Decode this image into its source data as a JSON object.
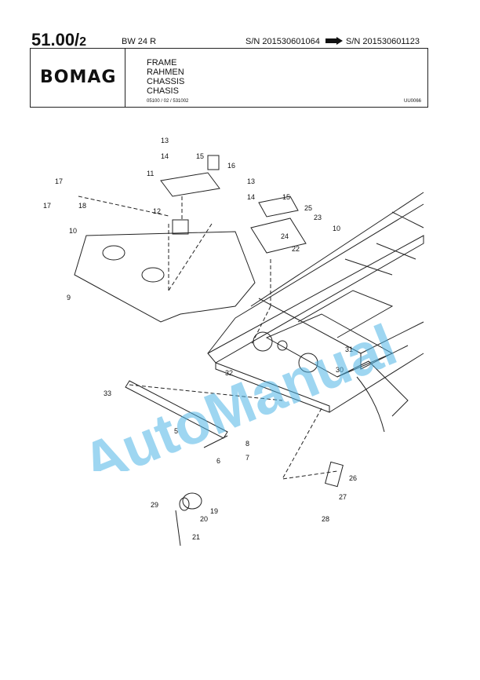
{
  "header": {
    "page_number": "51.00/",
    "page_sub": "2",
    "model": "BW 24 R",
    "serial_from": "S/N 201530601064",
    "serial_to": "S/N 201530601123"
  },
  "title_block": {
    "logo": "BOMAG",
    "titles": [
      "FRAME",
      "RAHMEN",
      "CHASSIS",
      "CHASIS"
    ],
    "reference_code": "05100 / 02 / 531002",
    "drawing_number": "UU0066"
  },
  "watermark": "AutoManual",
  "callouts": [
    "13",
    "14",
    "15",
    "16",
    "11",
    "17",
    "17",
    "18",
    "12",
    "10",
    "9",
    "13",
    "14",
    "15",
    "25",
    "23",
    "24",
    "22",
    "10",
    "31",
    "30",
    "32",
    "33",
    "5",
    "8",
    "6",
    "7",
    "26",
    "27",
    "28",
    "29",
    "20",
    "19",
    "21"
  ],
  "colors": {
    "watermark": "#4fb4e6",
    "line": "#222222"
  }
}
